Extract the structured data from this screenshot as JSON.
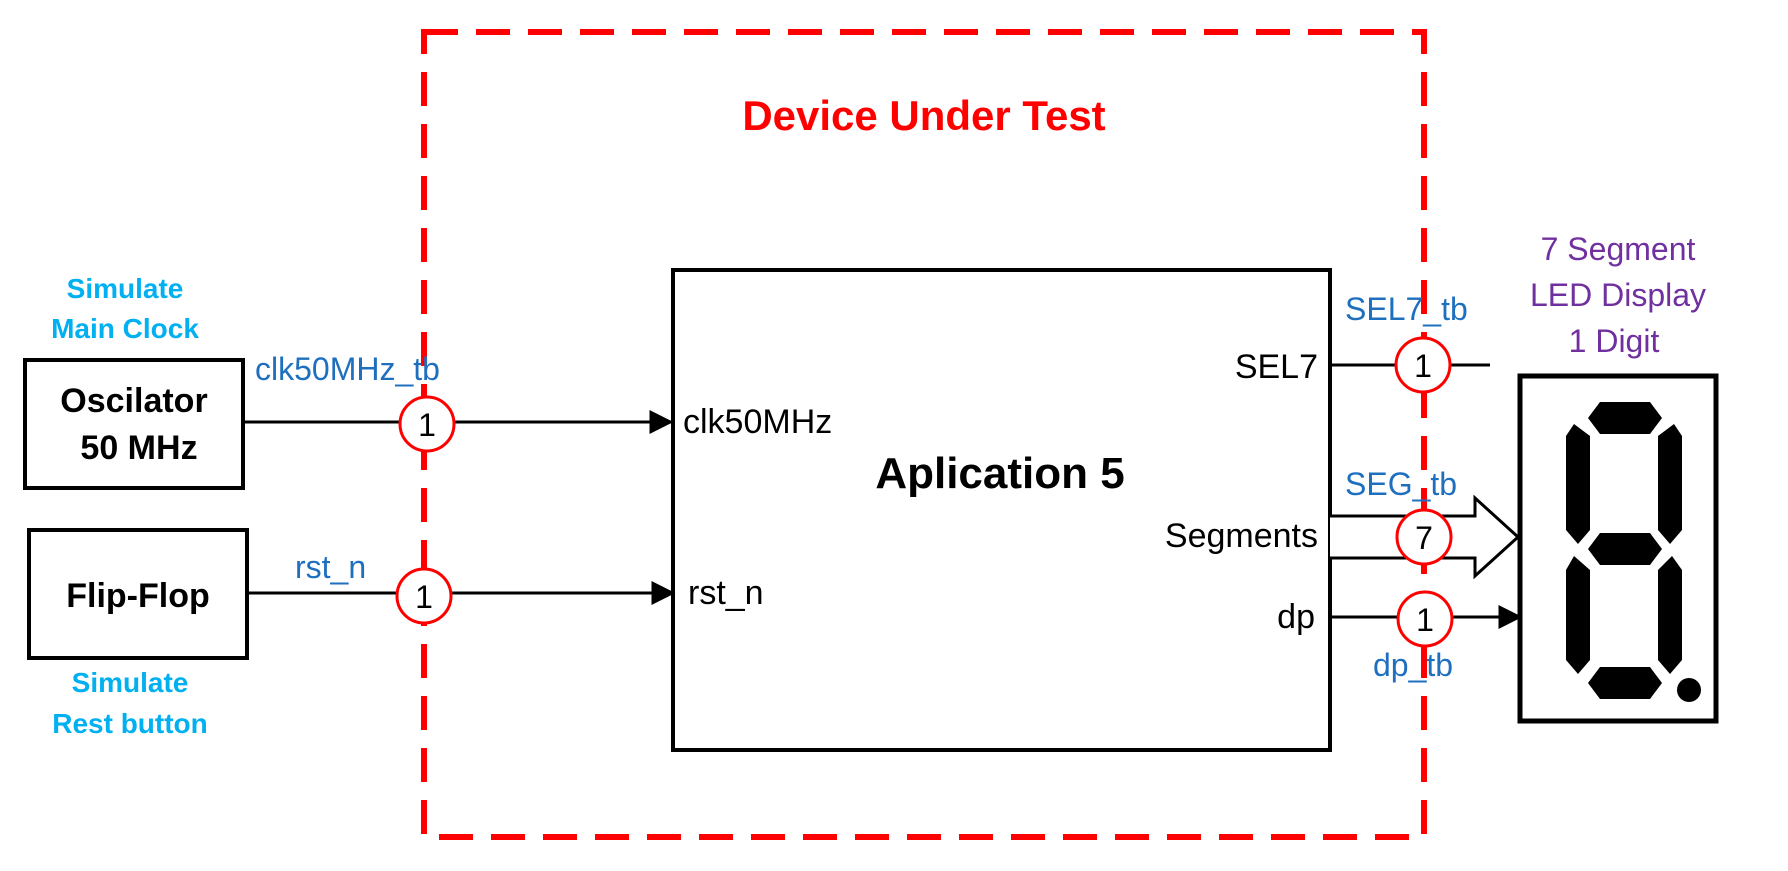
{
  "dut": {
    "title": "Device Under Test",
    "color": "#ff0000"
  },
  "application": {
    "title": "Aplication 5",
    "ports": {
      "clk": "clk50MHz",
      "rst": "rst_n",
      "sel": "SEL7",
      "segments": "Segments",
      "dp": "dp"
    }
  },
  "oscillator": {
    "line1": "Oscilator",
    "line2": "50 MHz",
    "note_line1": "Simulate",
    "note_line2": "Main Clock"
  },
  "flipflop": {
    "label": "Flip-Flop",
    "note_line1": "Simulate",
    "note_line2": "Rest button"
  },
  "signals": {
    "clk_tb": "clk50MHz_tb",
    "rst": "rst_n",
    "sel_tb": "SEL7_tb",
    "seg_tb": "SEG_tb",
    "dp_tb": "dp_tb"
  },
  "widths": {
    "clk": "1",
    "rst": "1",
    "sel": "1",
    "seg": "7",
    "dp": "1"
  },
  "display": {
    "line1": "7 Segment",
    "line2": "LED Display",
    "line3": "1 Digit"
  },
  "colors": {
    "signal_blue": "#1f6fbf",
    "note_cyan": "#00b0f0",
    "display_purple": "#7030a0",
    "wire": "#000000",
    "dut_red": "#ff0000"
  },
  "icons": {
    "seven_segment": "seven-segment-digit-icon"
  }
}
